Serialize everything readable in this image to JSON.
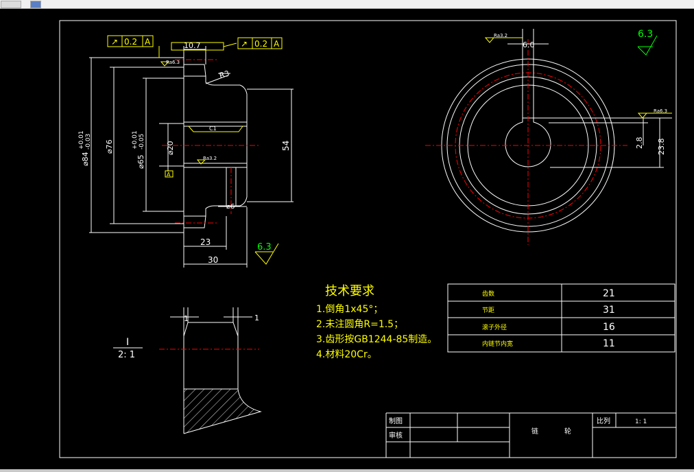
{
  "window": {
    "toolbar_icons": [
      "toolbar-button-1",
      "toolbar-button-2"
    ]
  },
  "section_view": {
    "gdt_left": {
      "symbol": "↗",
      "value": "0.2",
      "datum": "A"
    },
    "gdt_right": {
      "symbol": "↗",
      "value": "0.2",
      "datum": "A"
    },
    "dim_top_width": "10.7",
    "roughness_top": "Ra6.3",
    "radius_label": "R3",
    "dim_outer_dia": "⌀84",
    "dim_outer_tol_upper": "+0.01",
    "dim_outer_tol_lower": "-0.03",
    "dim_76": "⌀76",
    "dim_65": "⌀65",
    "dim_65_tol_upper": "+0.01",
    "dim_65_tol_lower": "-0.05",
    "dim_bore": "⌀20",
    "datum_label": "A",
    "chamfer_label": "C1",
    "roughness_bore": "Ra3.2",
    "dim_54": "54",
    "dim_hole": "⌀6",
    "dim_23": "23",
    "dim_30": "30",
    "roughness_general": "6.3"
  },
  "end_view": {
    "roughness_keyway": "Ra3.2",
    "dim_key_width": "6.0",
    "roughness_right": "Ra6.3",
    "dim_2_8": "2.8",
    "dim_23_8": "23.8",
    "roughness_corner": "6.3"
  },
  "detail_view": {
    "dim_left": "1",
    "dim_right": "1",
    "label_numeral": "I",
    "label_scale": "2: 1"
  },
  "tech_requirements": {
    "title": "技术要求",
    "items": [
      "1.倒角1x45°；",
      "2.未注圆角R=1.5；",
      "3.齿形按GB1244-85制造。",
      "4.材料20Cr。"
    ]
  },
  "param_table": {
    "rows": [
      {
        "label": "齿数",
        "value": "21"
      },
      {
        "label": "节距",
        "value": "31"
      },
      {
        "label": "滚子外径",
        "value": "16"
      },
      {
        "label": "内链节内宽",
        "value": "11"
      }
    ]
  },
  "title_block": {
    "drawn_label": "制图",
    "checked_label": "审核",
    "part_name_1": "链",
    "part_name_2": "轮",
    "scale_label": "比列",
    "scale_value": "1: 1"
  }
}
